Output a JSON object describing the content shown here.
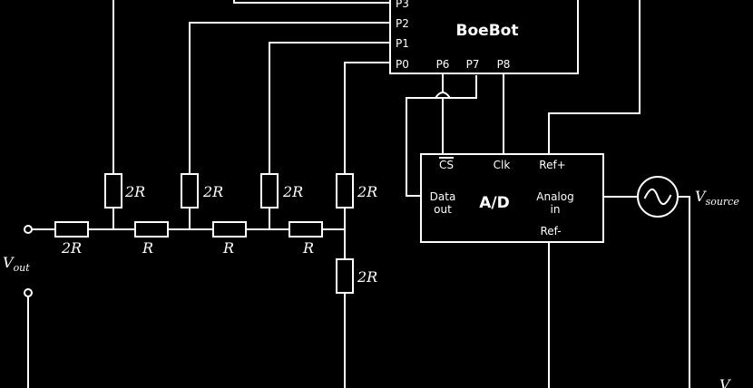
{
  "boebot": {
    "title": "BoeBot",
    "pins": {
      "p3": "P3",
      "p2": "P2",
      "p1": "P1",
      "p0": "P0",
      "p6": "P6",
      "p7": "P7",
      "p8": "P8"
    }
  },
  "adc": {
    "title": "A/D",
    "cs": "CS",
    "clk": "Clk",
    "ref_plus": "Ref+",
    "ref_minus": "Ref-",
    "data_line1": "Data",
    "data_line2": "out",
    "analog_line1": "Analog",
    "analog_line2": "in"
  },
  "ladder": {
    "vert_labels": [
      "2R",
      "2R",
      "2R",
      "2R"
    ],
    "horiz_labels": [
      "2R",
      "R",
      "R",
      "R"
    ],
    "bottom_label": "2R"
  },
  "vout": {
    "main": "V",
    "sub": "out"
  },
  "vsource": {
    "main": "V",
    "sub": "source"
  },
  "cut_label": "V"
}
